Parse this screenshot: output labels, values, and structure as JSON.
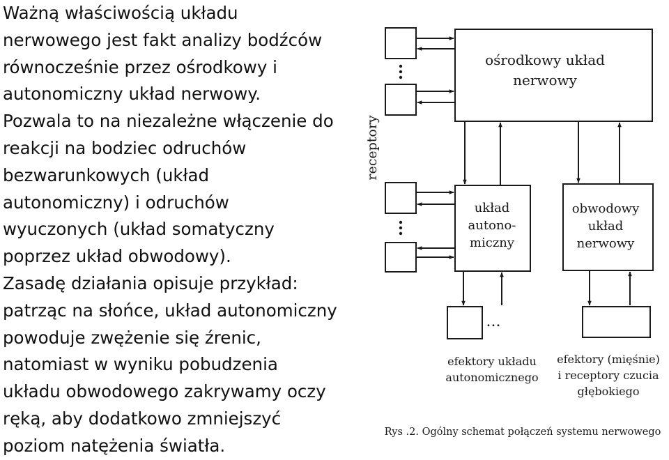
{
  "text_block": {
    "lines": [
      "Ważną właściwością układu",
      "nerwowego jest fakt  analizy bodźców",
      "równocześnie przez ośrodkowy i",
      "autonomiczny układ nerwowy.",
      "Pozwala to na niezależne włączenie do",
      "reakcji na bodziec odruchów",
      "bezwarunkowych (układ",
      "autonomiczny) i odruchów",
      "wyuczonych (układ somatyczny",
      "poprzez układ obwodowy).",
      "Zasadę działania opisuje przykład:",
      "patrząc na słońce, układ autonomiczny",
      "powoduje zwężenie się źrenic,",
      "natomiast w wyniku pobudzenia",
      "układu obwodowego zakrywamy oczy",
      "ręką, aby dodatkowo zmniejszyć",
      "poziom natężenia światła."
    ]
  },
  "diagram": {
    "receptors_label": "receptory",
    "ellipsis": "...",
    "cns": {
      "line1": "ośrodkowy układ",
      "line2": "nerwowy"
    },
    "ans": {
      "line1": "układ",
      "line2": "autono-",
      "line3": "miczny"
    },
    "pns": {
      "line1": "obwodowy",
      "line2": "układ",
      "line3": "nerwowy"
    },
    "effectors_ans": {
      "line1": "efektory układu",
      "line2": "autonomicznego"
    },
    "effectors_pns": {
      "line1": "efektory (mięśnie)",
      "line2": "i receptory czucia",
      "line3": "głębokiego"
    },
    "caption": "Rys .2. Ogólny schemat połączeń systemu nerwowego"
  }
}
